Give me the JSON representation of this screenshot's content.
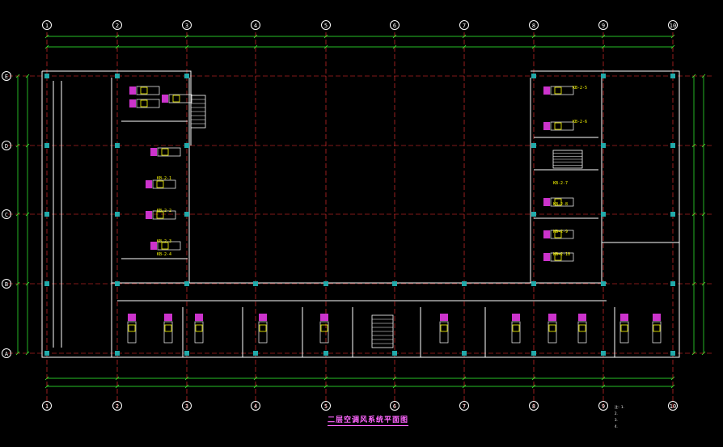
{
  "drawing": {
    "title": "二层空调风系统平面图",
    "grid_columns": [
      "1",
      "2",
      "3",
      "4",
      "5",
      "6",
      "7",
      "8",
      "9",
      "10"
    ],
    "grid_rows": [
      "E",
      "D",
      "C",
      "B",
      "A"
    ],
    "unit_tags_left": [
      "KB-2-1",
      "KB-2-2",
      "KB-2-3",
      "KB-2-4"
    ],
    "unit_tags_right": [
      "KB-2-5",
      "KB-2-6",
      "KB-2-7",
      "KB-2-8",
      "KB-2-9",
      "KB-2-10"
    ],
    "notes": [
      "注：1.",
      "2.",
      "3.",
      "4."
    ]
  },
  "colors": {
    "background": "#000000",
    "grid_line": "#ff3333",
    "wall": "#ffffff",
    "dimension": "#33ff33",
    "unit": "#cc33cc",
    "unit_tag": "#ffff00",
    "column": "#22aaaa"
  }
}
